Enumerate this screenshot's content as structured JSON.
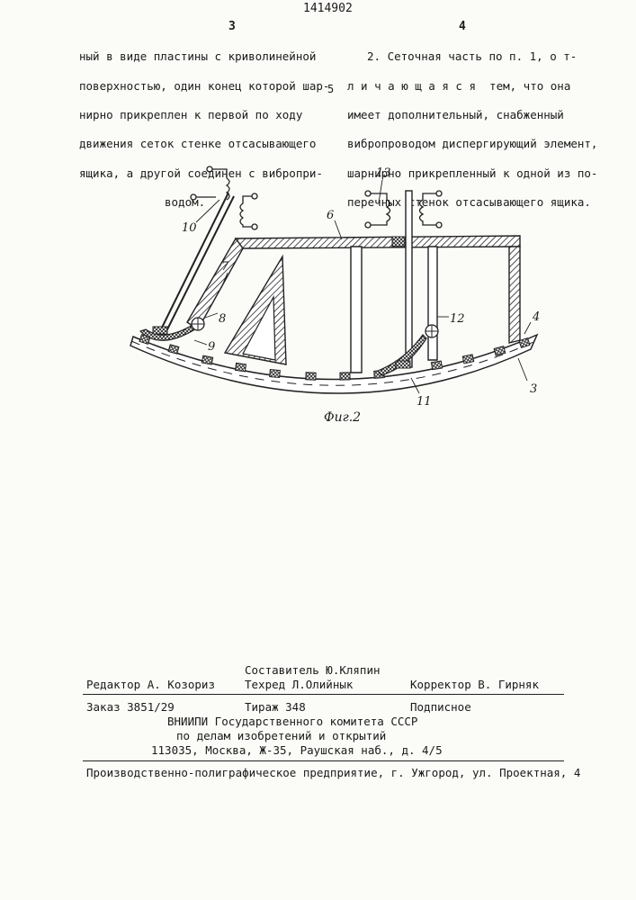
{
  "header": {
    "left_page": "3",
    "patent_number": "1414902",
    "right_page": "4"
  },
  "left_column": [
    "ный в виде пластины с криволинейной",
    "поверхностью, один конец которой шар-",
    "нирно прикреплен к первой по ходу",
    "движения сеток стенке отсасывающего",
    "ящика, а другой соединен с вибропри-",
    "водом."
  ],
  "line_marker": "5",
  "right_column": [
    "2. Сеточная часть по п. 1, о т-",
    "л и ч а ю щ а я с я  тем, что она",
    "имеет дополнительный, снабженный",
    "вибропроводом диспергирующий элемент,",
    "шарнирно прикрепленный к одной из по-",
    "перечных стенок отсасывающего ящика."
  ],
  "figure": {
    "caption": "Фиг.2",
    "labels": [
      "10",
      "7",
      "8",
      "9",
      "13",
      "6",
      "12",
      "4",
      "3",
      "11"
    ]
  },
  "colophon": {
    "compiler": "Составитель Ю.Кляпин",
    "editor": "Редактор А. Козориз",
    "techred": "Техред  Л.Олийнык",
    "corrector": "Корректор В. Гирняк",
    "order": "Заказ 3851/29",
    "circulation": "Тираж 348",
    "subscription": "Подписное",
    "org_line1": "ВНИИПИ Государственного комитета СССР",
    "org_line2": "по делам изобретений и открытий",
    "org_line3": "113035, Москва, Ж-35, Раушская наб., д. 4/5",
    "printer": "Производственно-полиграфическое предприятие, г. Ужгород, ул. Проектная, 4"
  }
}
